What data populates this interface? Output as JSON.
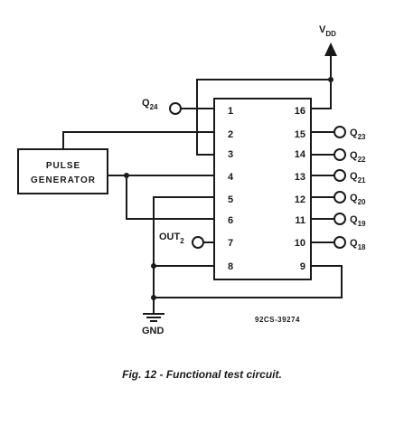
{
  "vdd": {
    "main": "V",
    "sub": "DD"
  },
  "generator": {
    "line1": "PULSE",
    "line2": "GENERATOR"
  },
  "gnd": "GND",
  "out2": {
    "main": "OUT",
    "sub": "2"
  },
  "q24": {
    "main": "Q",
    "sub": "24"
  },
  "left_pins": [
    "1",
    "2",
    "3",
    "4",
    "5",
    "6",
    "7",
    "8"
  ],
  "right_pins": [
    "16",
    "15",
    "14",
    "13",
    "12",
    "11",
    "10",
    "9"
  ],
  "right_outputs": [
    {
      "main": "Q",
      "sub": "23"
    },
    {
      "main": "Q",
      "sub": "22"
    },
    {
      "main": "Q",
      "sub": "21"
    },
    {
      "main": "Q",
      "sub": "20"
    },
    {
      "main": "Q",
      "sub": "19"
    },
    {
      "main": "Q",
      "sub": "18"
    }
  ],
  "figure_code": "92CS-39274",
  "caption": "Fig. 12 - Functional test circuit."
}
